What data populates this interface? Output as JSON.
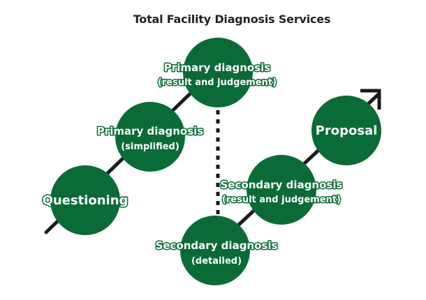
{
  "title": "Total Facility Diagnosis Services",
  "colors": {
    "node_fill": "#0b6b37",
    "arrow": "#1a1a1a",
    "text": "#ffffff",
    "title": "#222222"
  },
  "nodes": {
    "questioning": {
      "label": "Questioning"
    },
    "primary_simplified": {
      "line1": "Primary diagnosis",
      "line2": "(simplified)"
    },
    "primary_result": {
      "line1": "Primary diagnosis",
      "line2": "(result and judgement)"
    },
    "secondary_detailed": {
      "line1": "Secondary diagnosis",
      "line2": "(detailed)"
    },
    "secondary_result": {
      "line1": "Secondary diagnosis",
      "line2": "(result and judgement)"
    },
    "proposal": {
      "label": "Proposal"
    }
  }
}
